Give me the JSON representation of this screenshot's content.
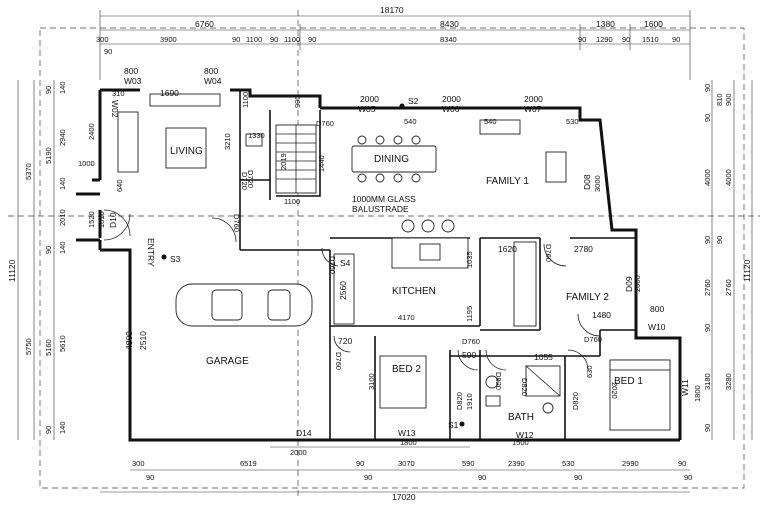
{
  "rooms": {
    "living": "LIVING",
    "dining": "DINING",
    "family1": "FAMILY 1",
    "entry": "ENTRY",
    "garage": "GARAGE",
    "kitchen": "KITCHEN",
    "family2": "FAMILY 2",
    "bed2": "BED 2",
    "bed1": "BED 1",
    "bath": "BATH"
  },
  "notes": {
    "balustrade_line1": "1000MM GLASS",
    "balustrade_line2": "BALUSTRADE"
  },
  "windows": {
    "w02": "W02",
    "w03": "W03",
    "w04": "W04",
    "w05": "W05",
    "w06": "W06",
    "w07": "W07",
    "w10": "W10",
    "w11": "W11",
    "w12": "W12",
    "w13": "W13",
    "d08": "D08",
    "d09": "D09",
    "d10": "D10",
    "d14": "D14",
    "s1": "S1",
    "s2": "S2",
    "s3": "S3",
    "s4": "S4",
    "d760": "D760",
    "d720": "D720",
    "d7602": "D760",
    "d7603": "D760",
    "d7604": "D760",
    "d7605": "D760",
    "d7606": "D760",
    "d7607": "D760",
    "d820": "D820",
    "d8202": "D820",
    "d8203": "D820",
    "d8204": "D820",
    "d7208": "D720",
    "d6302": "630"
  },
  "top_dims": {
    "overall": "18170",
    "a": "6760",
    "b": "8430",
    "c": "1380",
    "d": "1600",
    "r2": [
      "300",
      "3900",
      "90",
      "1100",
      "90",
      "1100",
      "90",
      "8340",
      "90",
      "1290",
      "90",
      "1510",
      "90"
    ],
    "r2b": [
      "90"
    ]
  },
  "bottom_dims": {
    "overall": "17020",
    "r1": [
      "300",
      "6519",
      "90",
      "3070",
      "590",
      "2390",
      "530",
      "2990",
      "90"
    ],
    "r1b": [
      "90",
      "90",
      "90",
      "90",
      "90"
    ],
    "inner": [
      "2000",
      "1800",
      "1500"
    ]
  },
  "left_dims": {
    "overall": "11120",
    "a": "5370",
    "b": "5750",
    "r2": [
      "140",
      "90",
      "2940",
      "140",
      "2010",
      "140",
      "90",
      "5610",
      "140",
      "90"
    ],
    "r3": [
      "5190",
      "5160"
    ],
    "inner": [
      "2400",
      "1000",
      "1520",
      "1010"
    ]
  },
  "right_dims": {
    "overall": "11120",
    "r1": [
      "900",
      "4000",
      "2760",
      "3280"
    ],
    "r2": [
      "90",
      "810",
      "90",
      "4000",
      "90",
      "90",
      "2760",
      "90",
      "3180",
      "90"
    ],
    "inner": [
      "1800",
      "3000",
      "2000"
    ]
  },
  "interior_dims": {
    "w03w": "800",
    "w04w": "800",
    "d1690": "1690",
    "d310": "310",
    "d1100a": "1100",
    "d990": "990",
    "d1100b": "1100",
    "d3210": "3210",
    "d1330": "1330",
    "d2019": "2019",
    "d1440": "1440",
    "d540a": "540",
    "d540b": "540",
    "d530": "530",
    "w05w": "2000",
    "w06w": "2000",
    "w07w": "2000",
    "d640": "640",
    "d1035": "1035",
    "d1620": "1620",
    "d2780": "2780",
    "d2560": "2560",
    "d1195": "1195",
    "d4170": "4170",
    "d1480": "1480",
    "d800": "800",
    "d4800": "4800",
    "d2510": "2510",
    "d720": "720",
    "d3100": "3100",
    "d590": "590",
    "d1910": "1910",
    "d1055": "1055",
    "d2020": "2020"
  }
}
